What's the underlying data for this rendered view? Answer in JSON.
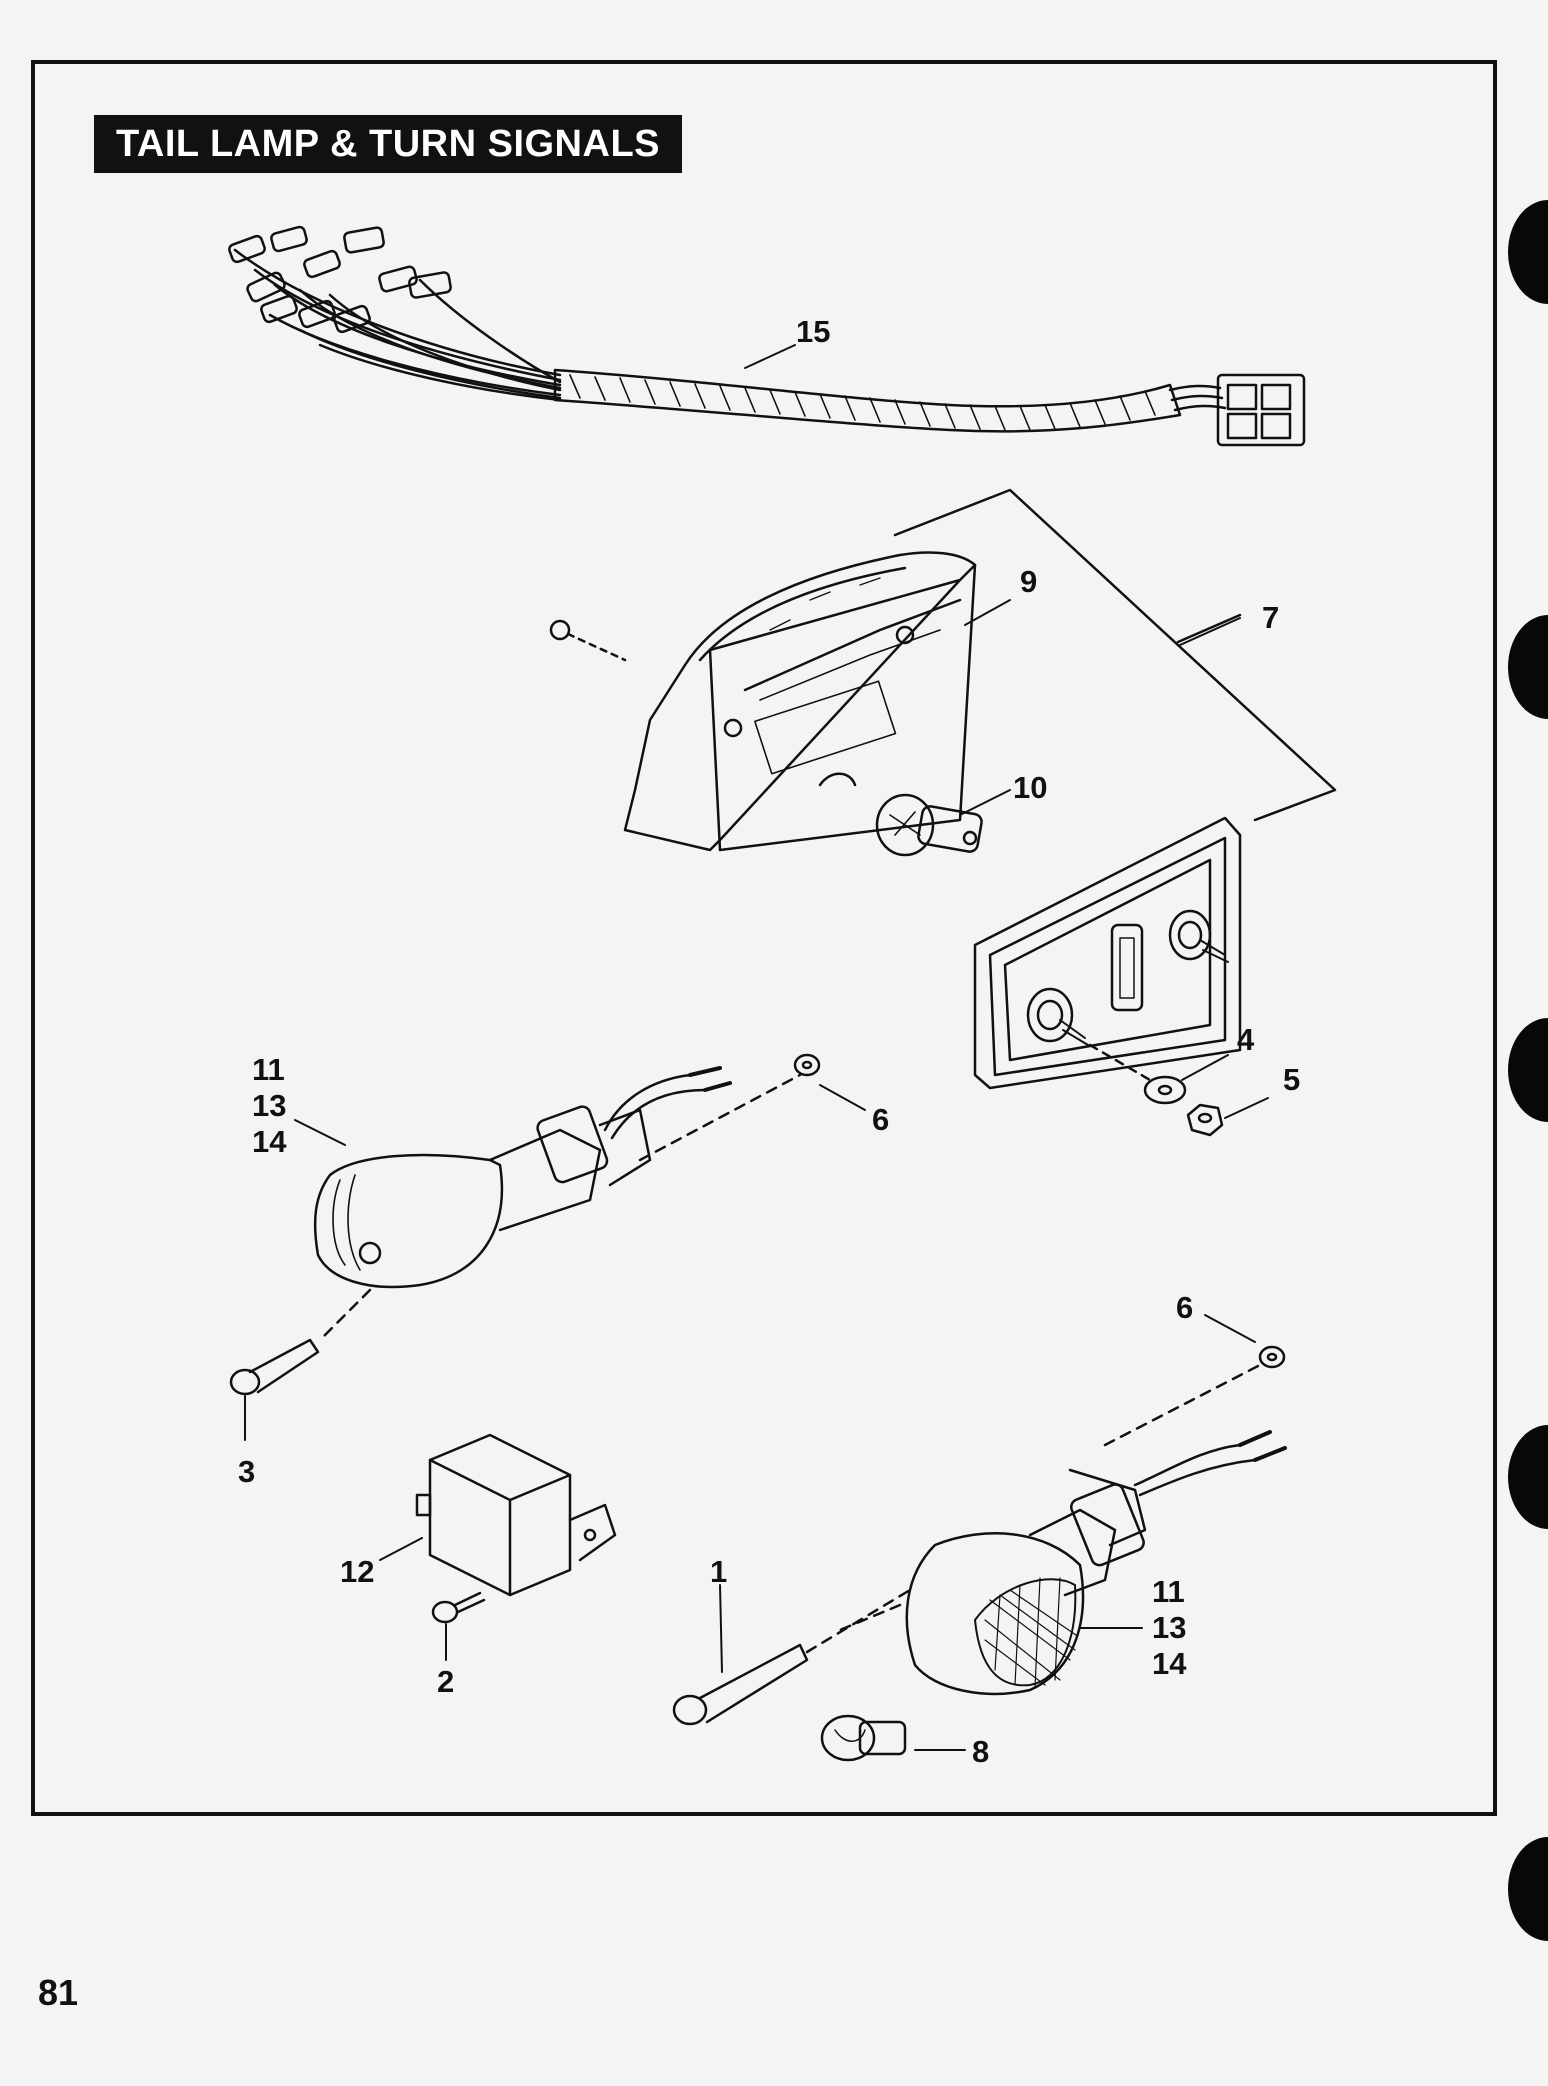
{
  "title": "TAIL LAMP & TURN SIGNALS",
  "page_number": "81",
  "callouts": {
    "c1": "1",
    "c2": "2",
    "c3": "3",
    "c4": "4",
    "c5": "5",
    "c6a": "6",
    "c6b": "6",
    "c7": "7",
    "c8": "8",
    "c9": "9",
    "c10": "10",
    "c12": "12",
    "c15": "15",
    "left_signal_11": "11",
    "left_signal_13": "13",
    "left_signal_14": "14",
    "right_signal_11": "11",
    "right_signal_13": "13",
    "right_signal_14": "14"
  },
  "colors": {
    "ink": "#111111",
    "paper": "#f4f4f2",
    "tab": "#080808"
  }
}
